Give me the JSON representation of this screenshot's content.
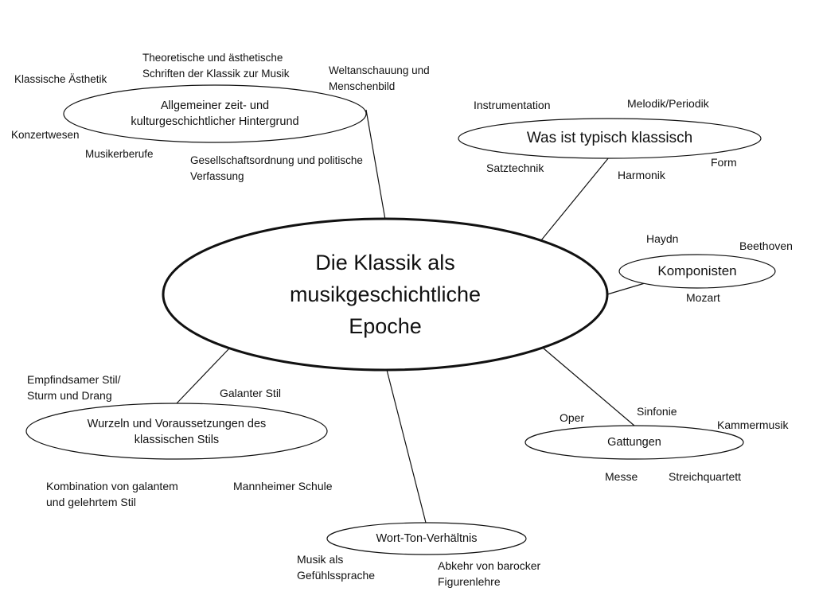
{
  "center": {
    "label": "Die Klassik als\nmusikgeschichtliche\nEpoche"
  },
  "nodes": {
    "background": "Allgemeiner zeit- und\nkulturgeschichtlicher Hintergrund",
    "typical": "Was ist typisch klassisch",
    "composers": "Komponisten",
    "genres": "Gattungen",
    "word_tone": "Wort-Ton-Verhältnis",
    "roots": "Wurzeln und Voraussetzungen des\nklassischen Stils"
  },
  "labels": {
    "theoretical_writings": "Theoretische und ästhetische\nSchriften der Klassik zur Musik",
    "classical_aesthetics": "Klassische Ästhetik",
    "worldview": "Weltanschauung und\nMenschenbild",
    "concert": "Konzertwesen",
    "musician_jobs": "Musikerberufe",
    "society": "Gesellschaftsordnung und politische\nVerfassung",
    "instrumentation": "Instrumentation",
    "melody": "Melodik/Periodik",
    "composition_technique": "Satztechnik",
    "harmony": "Harmonik",
    "form": "Form",
    "haydn": "Haydn",
    "beethoven": "Beethoven",
    "mozart": "Mozart",
    "opera": "Oper",
    "symphony": "Sinfonie",
    "chamber_music": "Kammermusik",
    "mass": "Messe",
    "string_quartet": "Streichquartett",
    "music_as_language": "Musik als\nGefühlssprache",
    "baroque": "Abkehr von barocker\nFigurenlehre",
    "sensitive_style": "Empfindsamer Stil/\nSturm und Drang",
    "galant_style": "Galanter Stil",
    "combination": "Kombination von galantem\nund gelehrtem Stil",
    "mannheim": "Mannheimer Schule"
  }
}
